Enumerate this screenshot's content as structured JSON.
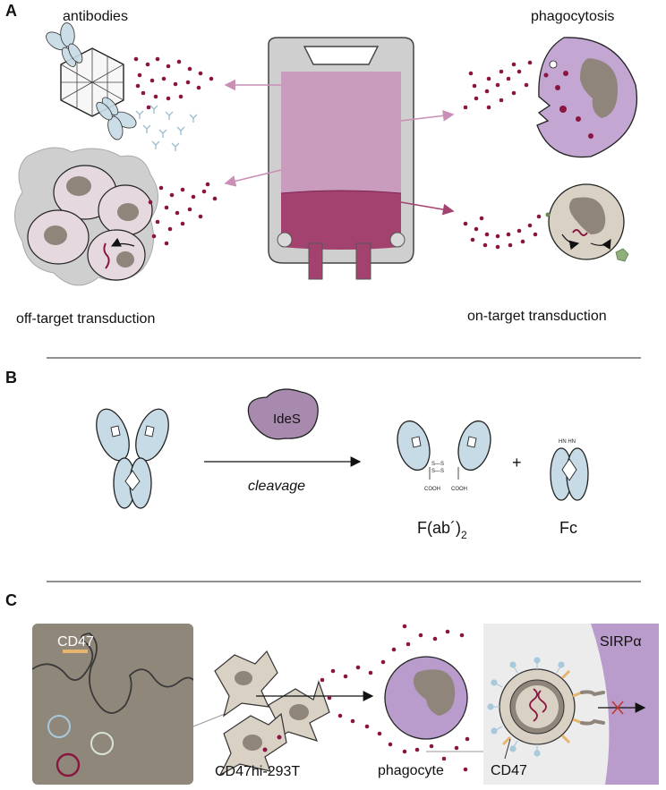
{
  "panels": {
    "a": {
      "letter": "A",
      "antibodies": "antibodies",
      "phagocytosis": "phagocytosis",
      "off_target": "off-target transduction",
      "on_target": "on-target transduction"
    },
    "b": {
      "letter": "B",
      "enzyme": "IdeS",
      "cleavage": "cleavage",
      "fab2_main": "F(ab´)",
      "fab2_sub": "2",
      "plus": "+",
      "fc": "Fc"
    },
    "c": {
      "letter": "C",
      "cd47_top": "CD47",
      "cell_line": "CD47hi-293T",
      "phagocyte": "phagocyte",
      "sirpa": "SIRPα",
      "cd47_bottom": "CD47"
    }
  },
  "colors": {
    "virus": "#8a1540",
    "magenta": "#a3426f",
    "pink": "#c99bbd",
    "lavender": "#c3a6d2",
    "phago_purple": "#b99ccc",
    "antibody_blue": "#c6dbe6",
    "antibody_dark": "#9fbfd1",
    "nucleus": "#8f857b",
    "cell_beige": "#d9d1c4",
    "bag_grey": "#cfcfcf",
    "microscopy": "#8f877a",
    "ides": "#a78aae"
  }
}
